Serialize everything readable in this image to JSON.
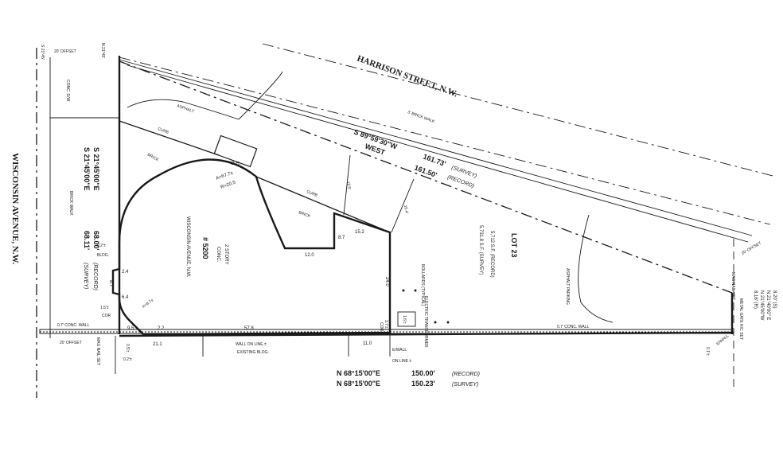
{
  "streets": {
    "harrison": "HARRISON STREET, N.W.",
    "wisconsin": "WISCONSIN AVENUE, N.W."
  },
  "north_line": {
    "bearing": "S 89°59'30\"W",
    "survey_dist": "161.73'",
    "survey_tag": "(SURVEY)",
    "west": "WEST",
    "record_dist": "161.50'",
    "record_tag": "(RECORD)"
  },
  "west_line": {
    "bearing1": "S 21°45'00\"E",
    "dist1": "68.00'",
    "tag1": "(RECORD)",
    "bearing2": "S 21°45'00\"E",
    "dist2": "68.11'",
    "tag2": "(SURVEY)"
  },
  "south_line": {
    "bearing1": "N 68°15'00\"E",
    "dist1": "150.00'",
    "tag1": "(RECORD)",
    "bearing2": "N 68°15'00\"E",
    "dist2": "150.23'",
    "tag2": "(SURVEY)"
  },
  "east_line": {
    "line1": "N 21°45'00\"W",
    "line2": "8.16' (R)",
    "line3": "N 21°40'00\" E",
    "line4": "8.20' (S)"
  },
  "lot": {
    "name": "LOT 23",
    "area_record": "5,712 S.F. (RECORD)",
    "area_survey": "5,731.8 S.F. (SURVEY)"
  },
  "building": {
    "stories": "2 STORY",
    "material": "CONC.",
    "number": "# 5200",
    "street": "WISCONSIN AVENUE, N.W.",
    "arc1": "A=67.7±",
    "arc1r": "R=20.5",
    "arc2": "A=8.7±",
    "oh": "O.H."
  },
  "dims": {
    "d12": "12.0",
    "d87": "8.7",
    "d152": "15.2",
    "d240": "24.0",
    "d24": "2.4",
    "d64": "6.4",
    "d87b": "8.7",
    "d95": "9.5",
    "d22": "2.2",
    "d578": "57.8",
    "d211": "21.1",
    "d110": "11.0",
    "d135": "13.5'",
    "d154": "15.4'",
    "d02bldg": "0.2'±",
    "bldg": "BLDG.",
    "d15cor": "1.5'±",
    "cor": "COR",
    "d37cor": "3.7'±",
    "cor2": "COR",
    "d02": "0.2'±",
    "d05": "0.5'±",
    "d01": "0.1'±",
    "d16": "1.6'±"
  },
  "labels": {
    "offset_nw": "20' OFFSET",
    "offset_sw": "20' OFFSET",
    "offset_se": "20' OFFSET",
    "mag_nail_sw": "MAG NAIL SET",
    "conc_dw": "CONC. D/W",
    "brick_walk_w": "BRICK WALK",
    "brick_walk_n": "3' BRICK WALK",
    "asphalt": "ASPHALT",
    "curb1": "CURB",
    "curb2": "CURB",
    "brick1": "BRICK",
    "brick2": "BRICK",
    "bollards": "BOLLARDS (TYPICAL)",
    "transformer": "ELECTRIC TRANSFORMER",
    "asphalt_parking": "ASPHALT PARKING",
    "conc_wall_w": "0.7' CONC. WALL",
    "conc_wall_e": "0.7' CONC. WALL",
    "wall_on_line": "WALL ON LINE ±",
    "existing_bldg": "EXISTING BLDG.",
    "ewall": "E/WALL",
    "on_line": "ON LINE ±",
    "ewall2": "E/WALL",
    "mag_nail_e": "MAG NAIL SET",
    "metal_gate": "METAL GATE R/C SET",
    "survey_tick_nw": "S 21°45'",
    "survey_tick_nw2": "N 21°45'"
  }
}
